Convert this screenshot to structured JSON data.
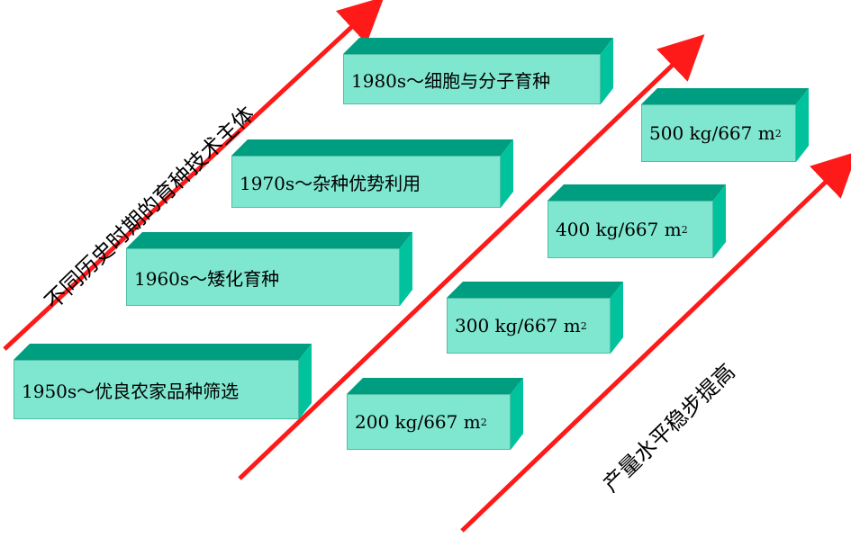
{
  "left_label": "不同历史时期的育种技术主体",
  "right_label": "产量水平稳步提高",
  "stages": [
    {
      "period": "1950s～",
      "text": "优良农家品种筛选"
    },
    {
      "period": "1960s～",
      "text": "矮化育种"
    },
    {
      "period": "1970s～",
      "text": "杂种优势利用"
    },
    {
      "period": "1980s～",
      "text": "细胞与分子育种"
    }
  ],
  "yields": [
    {
      "value": "200 kg/667 m",
      "sup": "2"
    },
    {
      "value": "300 kg/667 m",
      "sup": "2"
    },
    {
      "value": "400 kg/667 m",
      "sup": "2"
    },
    {
      "value": "500 kg/667 m",
      "sup": "2"
    }
  ],
  "colors": {
    "arrow": "#ff1a1a",
    "box_front": "#7fe6d0",
    "box_top": "#009e80",
    "box_side": "#00c29c"
  }
}
